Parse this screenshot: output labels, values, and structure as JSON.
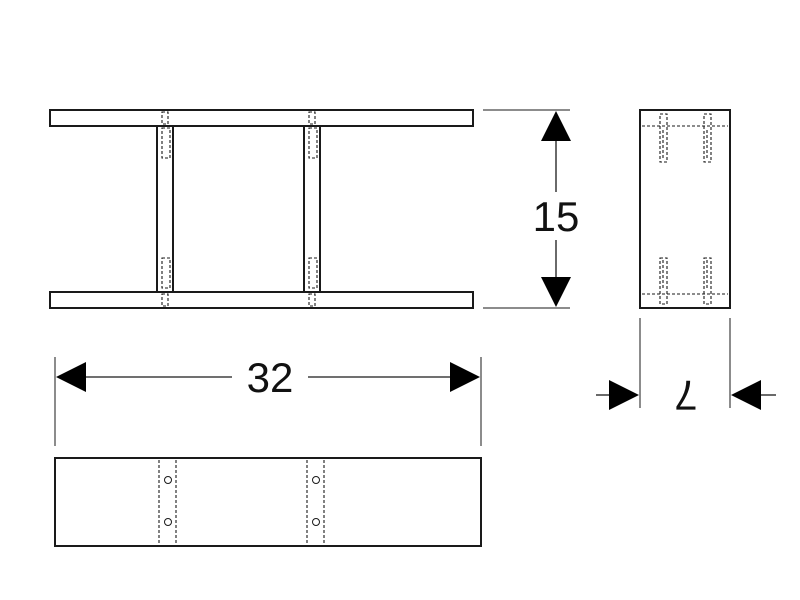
{
  "drawing": {
    "dimensions": {
      "height": "15",
      "length": "32",
      "depth": "7"
    },
    "colors": {
      "line": "#1a1a1a",
      "background": "#ffffff"
    }
  }
}
